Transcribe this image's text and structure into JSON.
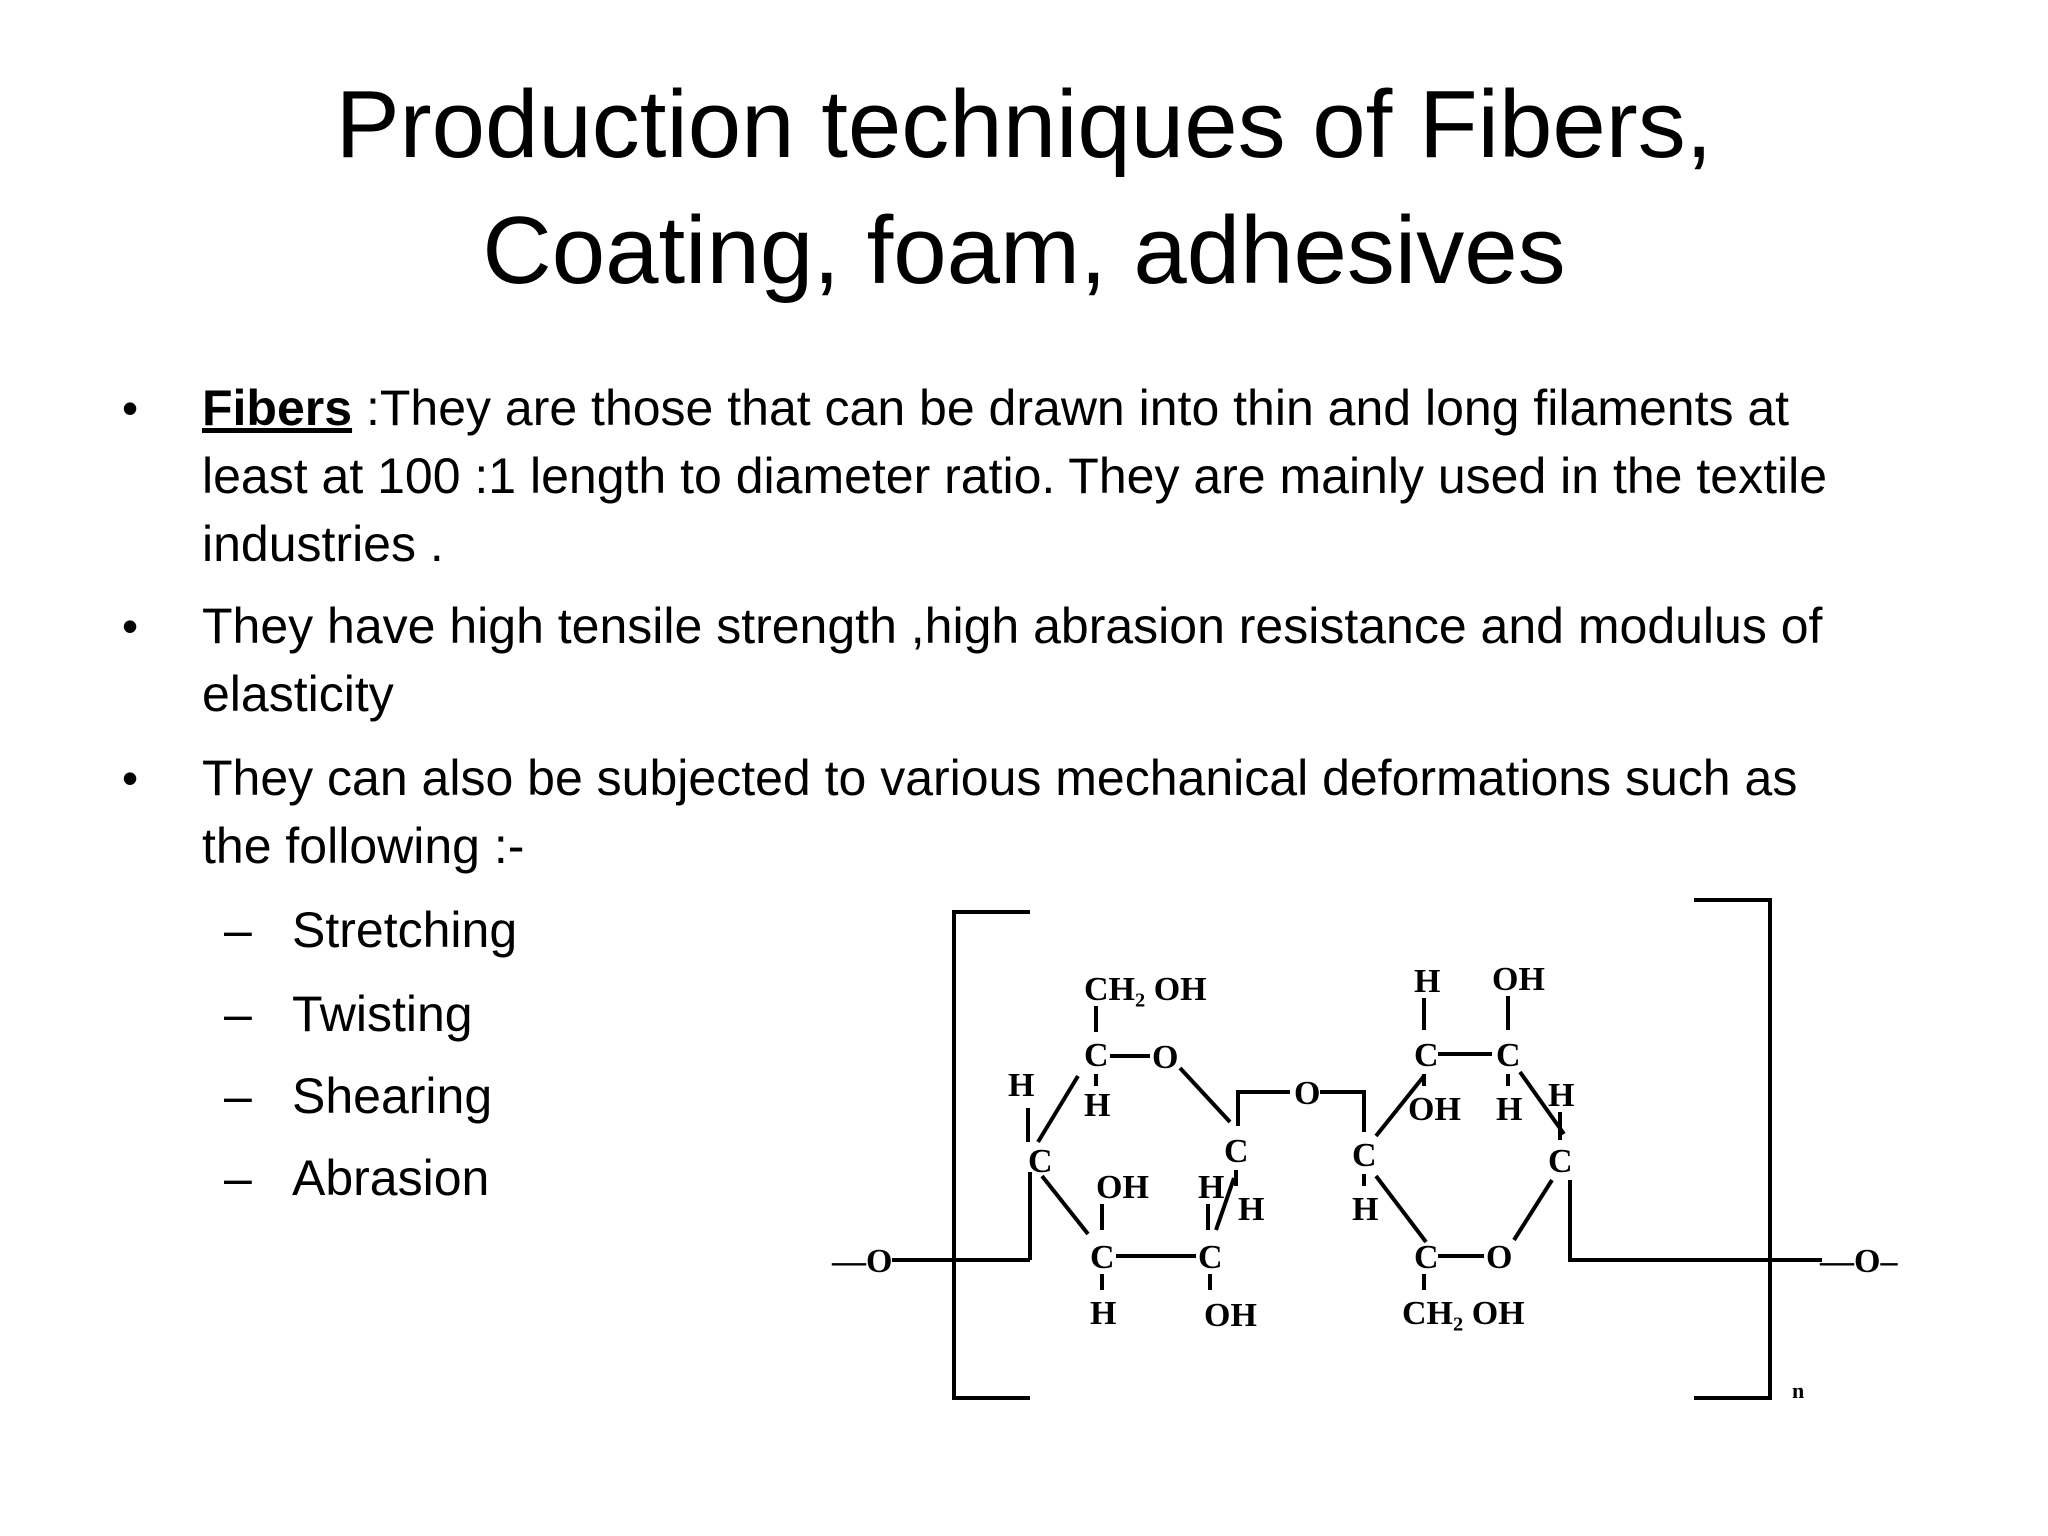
{
  "slide": {
    "title_lines": [
      "Production techniques of Fibers,",
      "Coating, foam, adhesives"
    ],
    "bullets": [
      {
        "symbol": "•",
        "keyword": "Fibers",
        "lines": [
          " :They are those that can be drawn into thin and long filaments at",
          "least at 100 :1 length to diameter ratio. They are mainly used in the textile",
          "industries ."
        ]
      },
      {
        "symbol": "•",
        "lines": [
          "They have high tensile strength ,high abrasion resistance and modulus of",
          "elasticity"
        ]
      },
      {
        "symbol": "•",
        "lines": [
          " They can also be subjected to various mechanical deformations such as",
          "the following :-"
        ]
      }
    ],
    "sub_items": [
      {
        "symbol": "–",
        "label": "Stretching"
      },
      {
        "symbol": "–",
        "label": "Twisting"
      },
      {
        "symbol": "–",
        "label": "Shearing"
      },
      {
        "symbol": "–",
        "label": "Abrasion"
      }
    ]
  },
  "structure": {
    "ch2oh_top": "CH₂ OH",
    "ch2oh_bottom": "CH₂ OH",
    "oh_top_right": "OH",
    "oh_mid_left": "OH",
    "oh_bottom_left": "OH",
    "oh_mid_right": "OH",
    "h": "H",
    "c": "C",
    "o": "O",
    "chain_left": "—O",
    "chain_right": "—O–",
    "repeat_subscript": "n"
  }
}
